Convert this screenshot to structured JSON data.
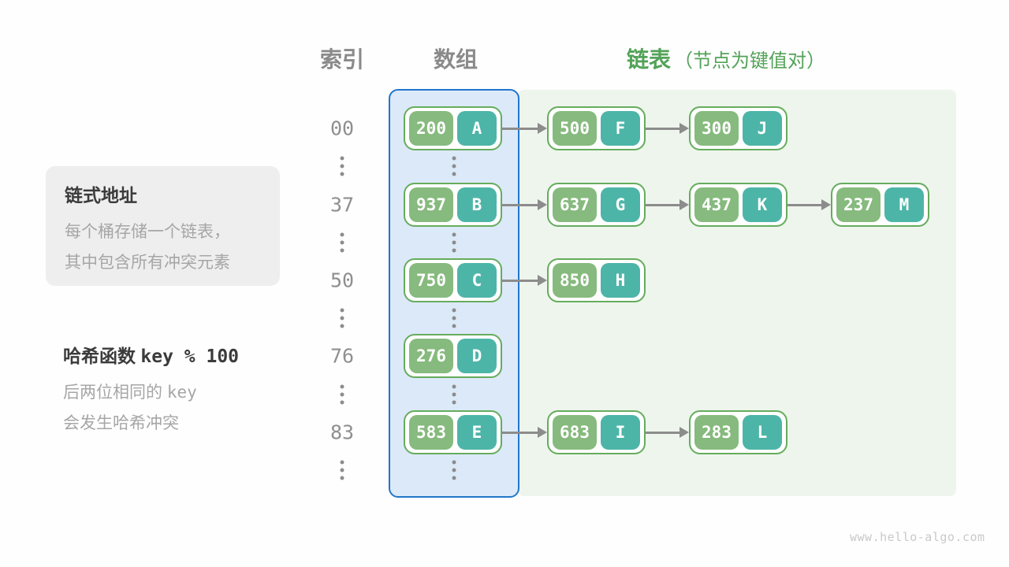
{
  "headers": {
    "index": "索引",
    "array": "数组",
    "list": "链表",
    "list_note": "（节点为键值对）"
  },
  "notes": {
    "box_title": "链式地址",
    "box_line1": "每个桶存储一个链表，",
    "box_line2": "其中包含所有冲突元素",
    "hash_title_prefix": "哈希函数",
    "hash_title_code": "key % 100",
    "hash_line1_prefix": "后两位相同的",
    "hash_line1_code": "key",
    "hash_line2": "会发生哈希冲突"
  },
  "table": {
    "rows": [
      {
        "index": "00",
        "bucket": {
          "key": "200",
          "value": "A"
        },
        "chain": [
          {
            "key": "500",
            "value": "F"
          },
          {
            "key": "300",
            "value": "J"
          }
        ]
      },
      {
        "index": "37",
        "bucket": {
          "key": "937",
          "value": "B"
        },
        "chain": [
          {
            "key": "637",
            "value": "G"
          },
          {
            "key": "437",
            "value": "K"
          },
          {
            "key": "237",
            "value": "M"
          }
        ]
      },
      {
        "index": "50",
        "bucket": {
          "key": "750",
          "value": "C"
        },
        "chain": [
          {
            "key": "850",
            "value": "H"
          }
        ]
      },
      {
        "index": "76",
        "bucket": {
          "key": "276",
          "value": "D"
        },
        "chain": []
      },
      {
        "index": "83",
        "bucket": {
          "key": "583",
          "value": "E"
        },
        "chain": [
          {
            "key": "683",
            "value": "I"
          },
          {
            "key": "283",
            "value": "L"
          }
        ]
      }
    ]
  },
  "watermark": "www.hello-algo.com",
  "colors": {
    "header_gray": "#8a8a8a",
    "header_green": "#53a258",
    "index_gray": "#8f8f8f",
    "dot_gray": "#8c8c8c",
    "note_box_bg": "#efeeee",
    "note_title": "#3b3b3b",
    "note_body": "#a6a6a6",
    "array_fill": "#dce9f8",
    "array_border": "#2176cb",
    "list_fill": "#edf5ec",
    "node_border": "#66ac5d",
    "key_bg": "#87ba7e",
    "value_bg": "#4db5a8",
    "node_text": "#ffffff",
    "arrow_gray": "#8c8c8c",
    "watermark_gray": "#c9c9c9"
  }
}
